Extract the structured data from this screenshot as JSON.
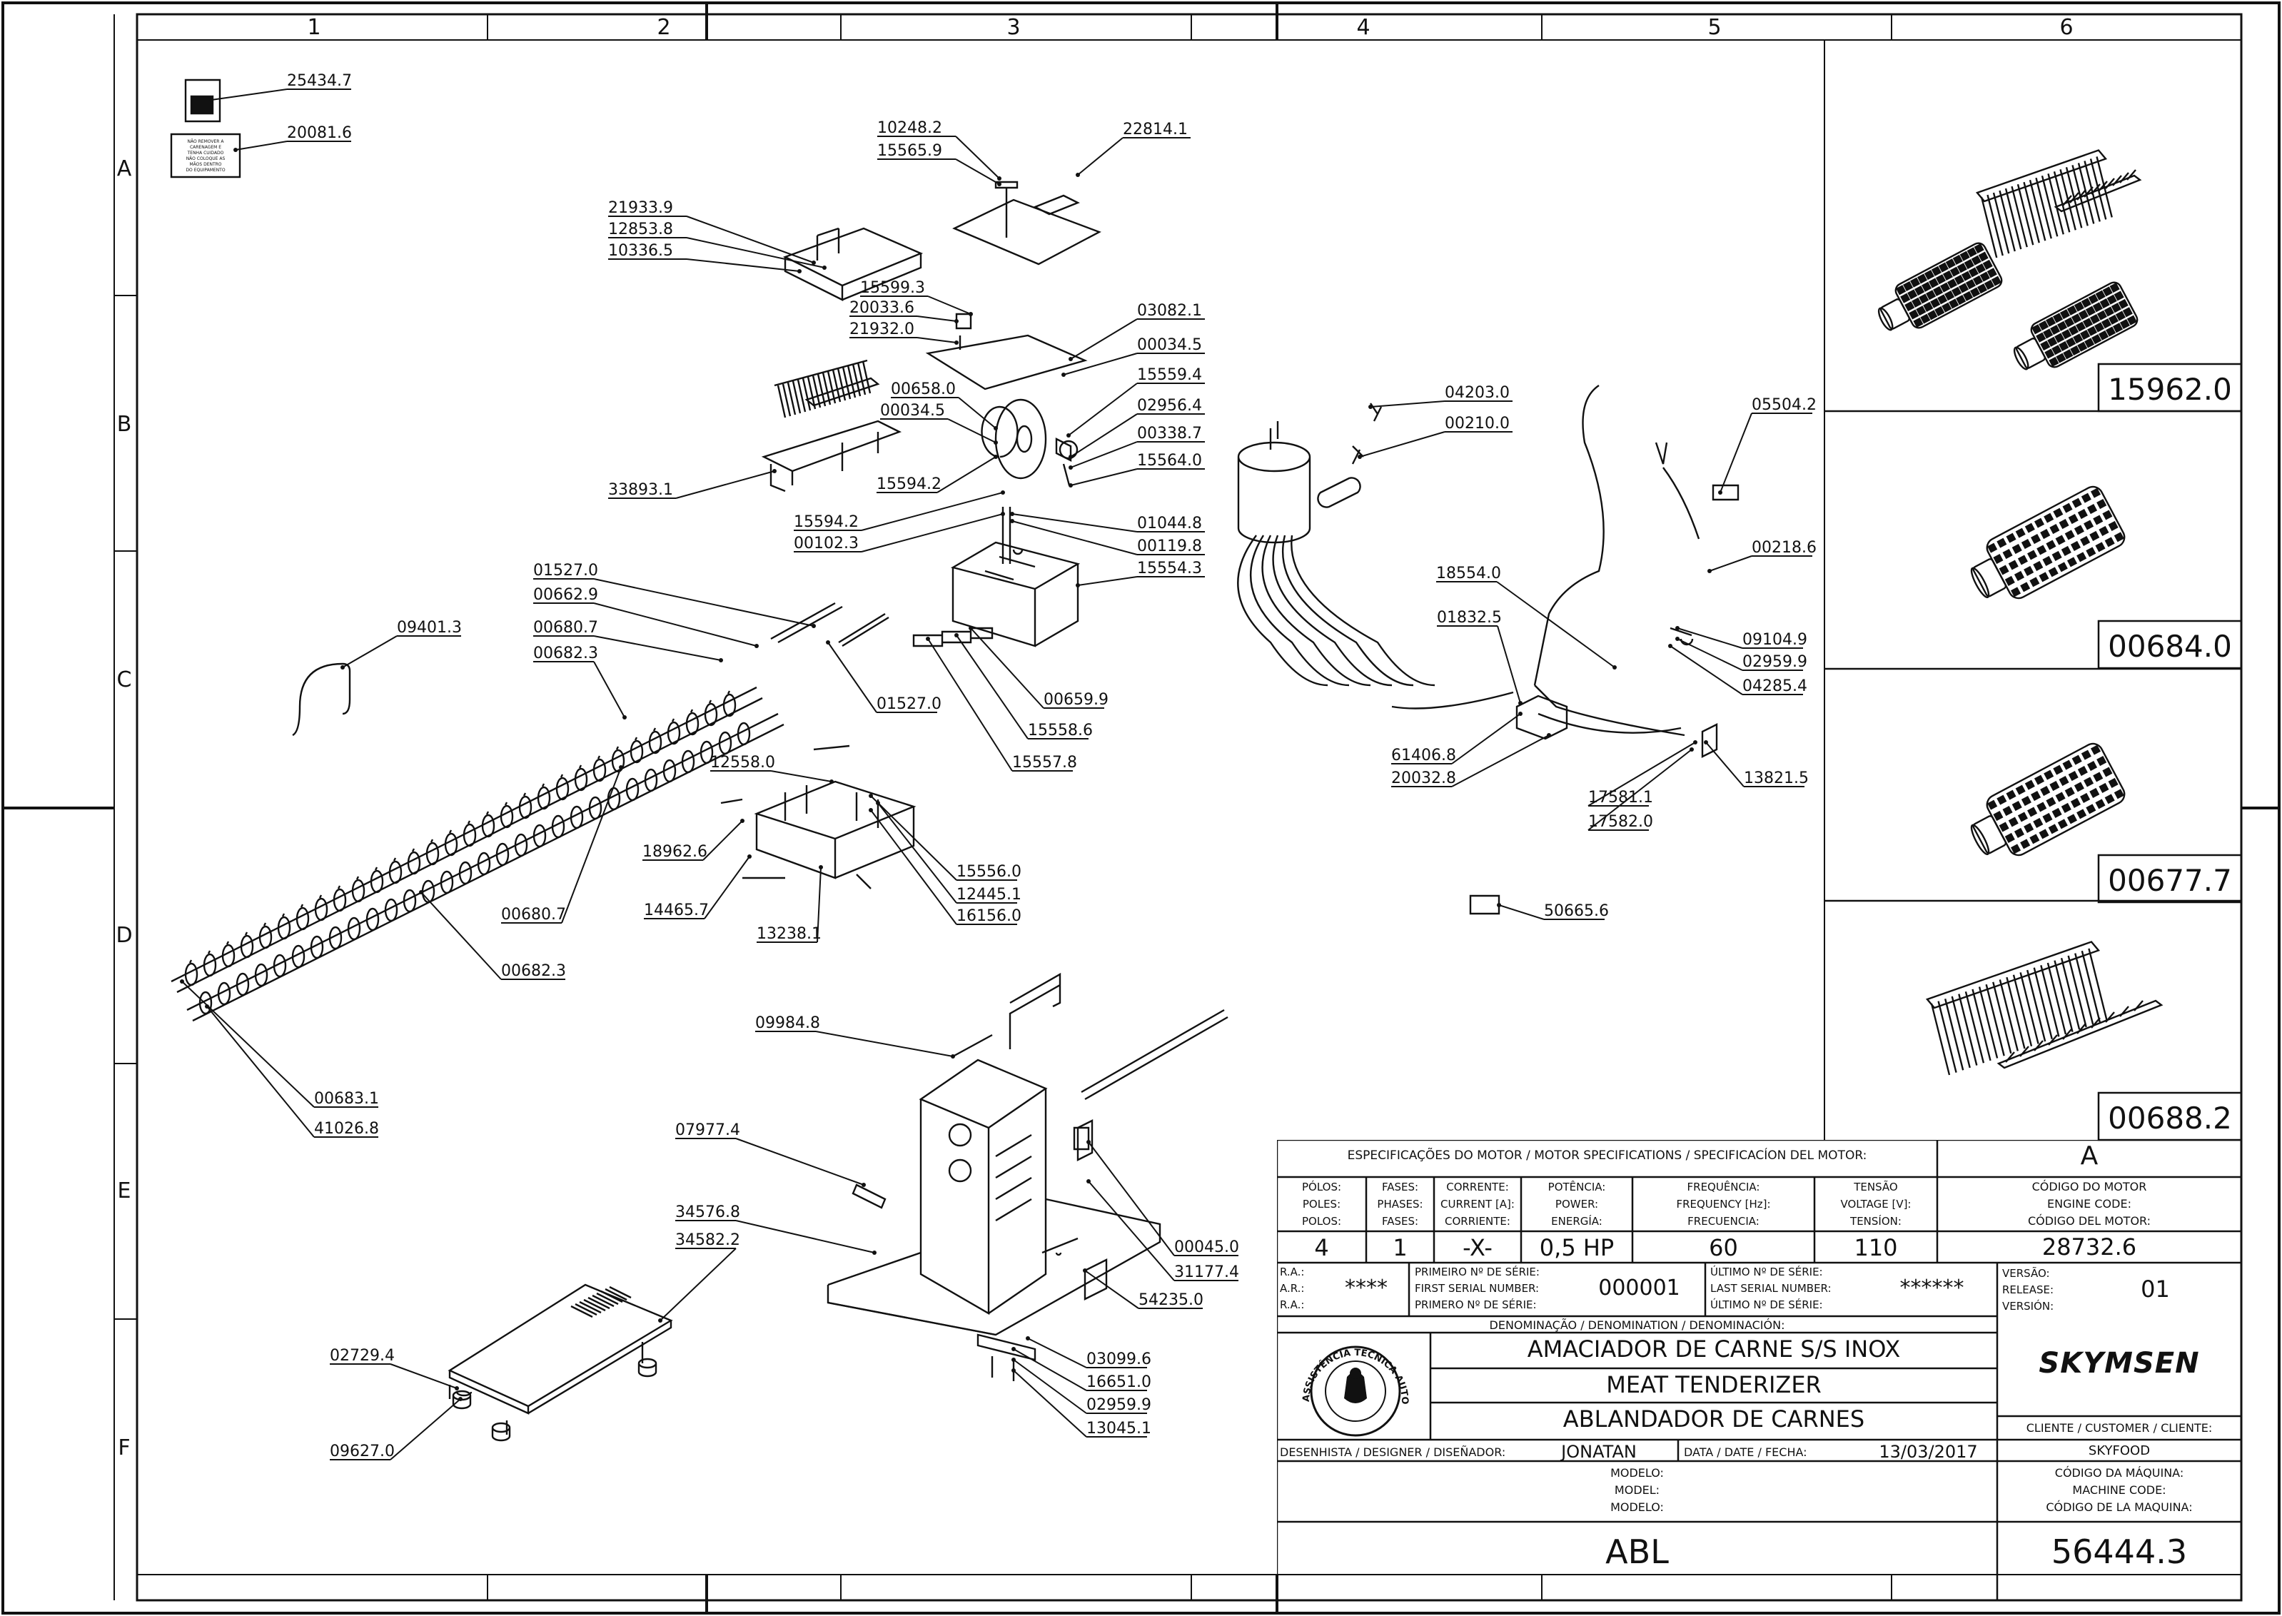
{
  "grid": {
    "columns": [
      "1",
      "2",
      "3",
      "4",
      "5",
      "6"
    ],
    "rows": [
      "A",
      "B",
      "C",
      "D",
      "E",
      "F"
    ]
  },
  "callouts": [
    "25434.7",
    "20081.6",
    "10248.2",
    "15565.9",
    "22814.1",
    "21933.9",
    "12853.8",
    "10336.5",
    "15599.3",
    "20033.6",
    "21932.0",
    "03082.1",
    "00034.5",
    "15559.4",
    "02956.4",
    "00338.7",
    "15564.0",
    "00658.0",
    "00034.5",
    "15594.2",
    "15594.2",
    "00102.3",
    "01044.8",
    "00119.8",
    "15554.3",
    "33893.1",
    "01527.0",
    "00662.9",
    "00680.7",
    "00682.3",
    "09401.3",
    "01527.0",
    "00659.9",
    "15558.6",
    "15557.8",
    "12558.0",
    "18962.6",
    "15556.0",
    "12445.1",
    "16156.0",
    "14465.7",
    "13238.1",
    "00680.7",
    "00682.3",
    "00683.1",
    "41026.8",
    "09984.8",
    "07977.4",
    "34576.8",
    "34582.2",
    "00045.0",
    "31177.4",
    "54235.0",
    "02729.4",
    "09627.0",
    "03099.6",
    "16651.0",
    "02959.9",
    "13045.1",
    "04203.0",
    "00210.0",
    "05504.2",
    "00218.6",
    "18554.0",
    "01832.5",
    "09104.9",
    "02959.9",
    "04285.4",
    "61406.8",
    "20032.8",
    "17581.1",
    "17582.0",
    "13821.5",
    "50665.6"
  ],
  "decal_text": [
    "NÃO REMOVER A",
    "CARENAGEM E",
    "TENHA CUIDADO",
    "NÃO COLOQUE AS",
    "MÃOS DENTRO",
    "DO EQUIPAMENTO"
  ],
  "kit_codes": [
    "15962.0",
    "00684.0",
    "00677.7",
    "00688.2"
  ],
  "title_block": {
    "motor_specs_header": "ESPECIFICAÇÕES DO MOTOR / MOTOR SPECIFICATIONS / SPECIFICACÍON DEL MOTOR:",
    "revision_letter": "A",
    "columns": [
      {
        "label": [
          "PÓLOS:",
          "POLES:",
          "POLOS:"
        ],
        "value": "4"
      },
      {
        "label": [
          "FASES:",
          "PHASES:",
          "FASES:"
        ],
        "value": "1"
      },
      {
        "label": [
          "CORRENTE:",
          "CURRENT [A]:",
          "CORRIENTE:"
        ],
        "value": "-X-"
      },
      {
        "label": [
          "POTÊNCIA:",
          "POWER:",
          "ENERGÍA:"
        ],
        "value": "0,5 HP"
      },
      {
        "label": [
          "FREQUÊNCIA:",
          "FREQUENCY [Hz]:",
          "FRECUENCIA:"
        ],
        "value": "60"
      },
      {
        "label": [
          "TENSÃO",
          "VOLTAGE [V]:",
          "TENSÍON:"
        ],
        "value": "110"
      }
    ],
    "motor_code_label": [
      "CÓDIGO DO MOTOR",
      "ENGINE CODE:",
      "CÓDIGO DEL MOTOR:"
    ],
    "motor_code": "28732.6",
    "ra_label": [
      "R.A.:",
      "A.R.:",
      "R.A.:"
    ],
    "ra_value": "****",
    "first_serial_label": [
      "PRIMEIRO Nº DE SÉRIE:",
      "FIRST SERIAL NUMBER:",
      "PRIMERO Nº DE SÉRIE:"
    ],
    "first_serial": "000001",
    "last_serial_label": [
      "ÚLTIMO Nº DE SÉRIE:",
      "LAST SERIAL NUMBER:",
      "ÚLTIMO Nº DE SÉRIE:"
    ],
    "last_serial": "******",
    "version_label": [
      "VERSÃO:",
      "RELEASE:",
      "VERSIÓN:"
    ],
    "version": "01",
    "denomination_label": "DENOMINAÇÃO / DENOMINATION / DENOMINACIÓN:",
    "names": [
      "AMACIADOR DE CARNE S/S INOX",
      "MEAT TENDERIZER",
      "ABLANDADOR DE CARNES"
    ],
    "brand": "SKYMSEN",
    "seal_text": "ASSISTÊNCIA TÉCNICA AUTORIZADA",
    "client_label": "CLIENTE / CUSTOMER / CLIENTE:",
    "client": "SKYFOOD",
    "designer_label": "DESENHISTA / DESIGNER / DISEÑADOR:",
    "designer": "JONATAN",
    "date_label": "DATA / DATE / FECHA:",
    "date": "13/03/2017",
    "model_label": [
      "MODELO:",
      "MODEL:",
      "MODELO:"
    ],
    "machine_code_label": [
      "CÓDIGO DA MÁQUINA:",
      "MACHINE CODE:",
      "CÓDIGO DE LA MAQUINA:"
    ],
    "model": "ABL",
    "machine_code": "56444.3"
  }
}
